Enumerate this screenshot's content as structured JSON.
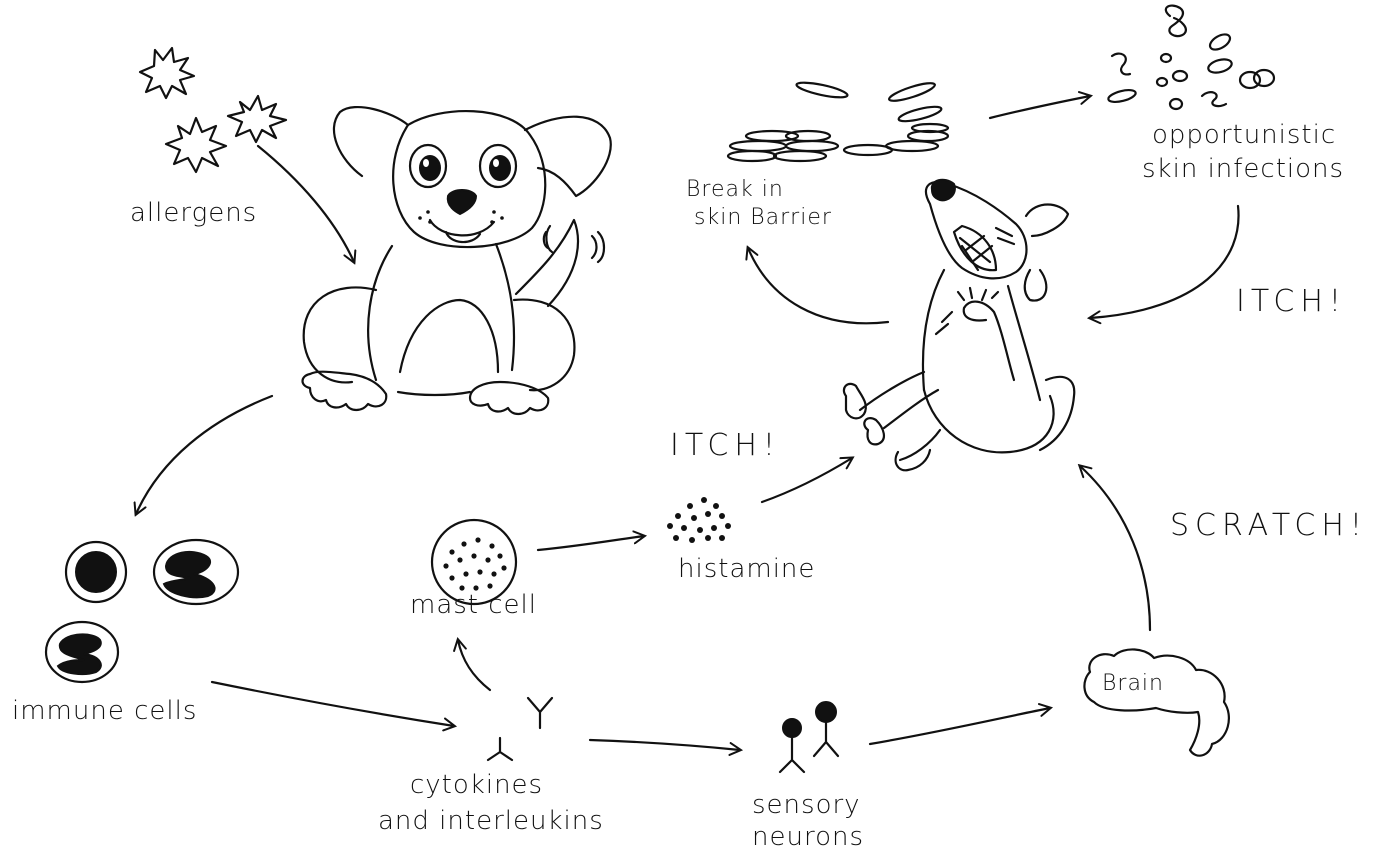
{
  "labels": {
    "allergens": "allergens",
    "immune_cells": "immune cells",
    "mast_cell": "mast cell",
    "histamine": "histamine",
    "cytokines": "cytokines",
    "and_interleukins": "and interleukins",
    "sensory": "sensory",
    "neurons": "neurons",
    "brain": "Brain",
    "scratch": "SCRATCH!",
    "itch_middle": "ITCH!",
    "itch_right": "ITCH!",
    "break_in": "Break in",
    "skin_barrier": "skin Barrier",
    "opportunistic": "opportunistic",
    "skin_infections": "skin infections"
  },
  "colors": {
    "ink": "#111111",
    "background": "#ffffff"
  }
}
